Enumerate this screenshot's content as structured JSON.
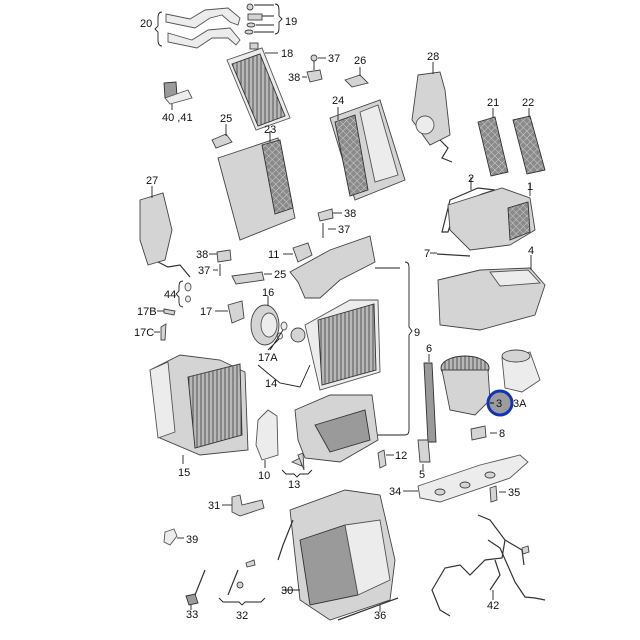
{
  "diagram": {
    "type": "exploded parts diagram",
    "highlight_color": "#1232b8",
    "highlighted_callout": "3",
    "callouts": {
      "c1": "1",
      "c2": "2",
      "c3": "3",
      "c3a": "3A",
      "c4": "4",
      "c5": "5",
      "c6": "6",
      "c7": "7",
      "c8": "8",
      "c9": "9",
      "c10": "10",
      "c11": "11",
      "c12": "12",
      "c13a": "13",
      "c13b": "13",
      "c14": "14",
      "c15": "15",
      "c16": "16",
      "c17": "17",
      "c17a": "17A",
      "c17b": "17B",
      "c17c": "17C",
      "c18": "18",
      "c19": "19",
      "c20": "20",
      "c21": "21",
      "c22": "22",
      "c23": "23",
      "c24": "24",
      "c25a": "25",
      "c25b": "25",
      "c25c": "25",
      "c26": "26",
      "c27": "27",
      "c28": "28",
      "c30": "30",
      "c31": "31",
      "c32": "32",
      "c33": "33",
      "c34": "34",
      "c35": "35",
      "c36": "36",
      "c37a": "37",
      "c37b": "37",
      "c37c": "37",
      "c38a": "38",
      "c38b": "38",
      "c38c": "38",
      "c39": "39",
      "c4041": "40 ,41",
      "c42": "42",
      "c44": "44"
    }
  }
}
